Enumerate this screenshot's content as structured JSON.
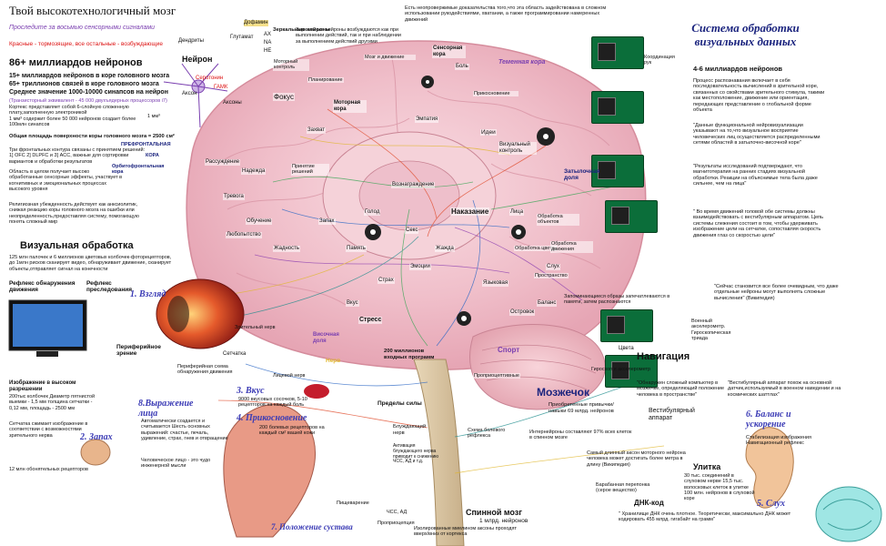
{
  "header": {
    "title": "Твой высокотехнологичный мозг",
    "subtitle": "Проследите за восьмью сенсорными сигналами",
    "legend": "Красные - тормозящие, все остальные - возбуждающие"
  },
  "stats": {
    "neurons": "86+ миллиардов нейронов",
    "cortex_neurons": "15+ миллиардов нейронов в коре головного мозга",
    "synapses": "65+ триллионов связей в коре головного мозга",
    "avg_synapses": "Среднее значение 1000-10000 синапсов на нейрон",
    "transistors": "(Транзисторный эквивалент - 45 000 двухъядерных процессоров i7)",
    "cortex_desc": "Кортекс представляет собой 6-слойную сложенную плату,заполненную электроникой",
    "mm_desc": "1 мм³ содержит более 50 000 нейронов создает более 100млн синапсов",
    "mm_label": "1 мм³",
    "area": "Общая площадь поверхности коры головного мозга = 2500 см²",
    "prefrontal_label": "ПРЕФРОНТАЛЬНАЯ",
    "cortex_label": "КОРА",
    "frontal_loops": "Три фронтальных контура связаны с принятием решений: 1] OFC 2] DLPFC и 3] ACC, важные для сортировки вариантов и обработки результатов",
    "orbitofrontal_label": "Орбитофронтальная кора",
    "area_text": "Область в целом получает высоко обработанные сенсорные эффекты, участвует в когнитивных и эмоциональных процессах высокого уровня",
    "religion_text": "Религиозная убежденность действует как анксиолитик, снижая реакцию коры головного мозга на ошибки или неопределенность,предоставляя систему, помогающую понять сложный мир"
  },
  "neuron_labels": {
    "neuron": "Нейрон",
    "dendrites": "Дендриты",
    "axon": "Аксон",
    "axons": "Аксоны",
    "glutamate": "Глутамат",
    "gaba": "ГАМК",
    "dopamine": "Дофамин",
    "serotonin": "Серотонин",
    "ach": "AX",
    "na": "NA",
    "ne": "НЕ"
  },
  "visual": {
    "title": "Визуальная обработка",
    "desc": "125 млн палочек и 6 миллионов цветовых колбочек-фоторецепторов, до 1млн рисков сканирует видео, обнаруживает движение, сканирует объекты,отправляет сигнал на конечности",
    "motion_reflex": "Рефлекс обнаружения движения",
    "pursuit_reflex": "Рефлекс преследования",
    "gaze": "1. Взгляд",
    "peripheral": "Периферийное зрение",
    "retina": "Сетчатка",
    "peripheral_scheme": "Периферийная схема обнаружения движения",
    "hd_image": "Изображение в высоком разрешении",
    "hd_desc": "200тыс колбочек Диаметр пятнистой выемки - 1,5 мм толщина сетчатки - 0,12 мм, площадь - 2500 мм",
    "retina_compress": "Сетчатка сжимает изображение в соответствии с возможностями зрительного нерва",
    "smell": "2. Запах",
    "smell_receptors": "12 млн обонятельных рецепторов"
  },
  "senses": {
    "taste": "3. Вкус",
    "taste_desc": "9000 вкусовых сосочков, 5-10 рецепторов на каждый боль",
    "touch": "4. Прикосновение",
    "touch_desc": "200 болевых рецепторов на каждый см² вашей кожи",
    "face": "8.Выражение лица",
    "face_desc": "Автоматически создается и считывается Шесть основных выражений: счастье, печаль, удивление, страх, гнев и отвращение",
    "face_note": "Человеческое лицо - это чудо инженерной мысли",
    "joint": "7. Положение сустава",
    "balance": "6. Баланс и ускорение",
    "hearing": "5. Слух"
  },
  "visual_system": {
    "title": "Система обработки визуальных данных",
    "sub": "4-6 миллиардов нейронов",
    "p1": "Процесс распознавания включает в себя последовательность вычислений в зрительной коре, связанных со свойствами зрительного стимула, такими как местоположение, движение или ориентация, передающих представление о глобальной форме объекта",
    "p2": "\"Данные функциональной нейровизуализации указывают на то,что визуальное восприятие человеческих лиц осуществляется распределенными сетями областей в затылочно-височной коре\"",
    "p3": "\"Результаты исследований подтверждают, что магнитотерапия на ранних стадиях визуальной обработки. Реакции на объяснимые тела была даже сильнее, чем на лица\"",
    "p4": "\" Во время движений головой обе системы должны взаимодействовать с вестибулярным аппаратом. Цепь системы слежения состоит в том, чтобы удерживать изображение цели на сетчатке, сопоставляя скорость движения глаз со скоростью цели\"",
    "p5": "\"Сейчас становится все более очевидным, что даже отдельные нейроны могут выполнять сложные вычисления\" (Википедия)",
    "coordination": "Координация рук",
    "occipital": "Затылочная доля",
    "memory_note": "Запоминающиеся образы запечатлеваются в памяти, затем распознаются",
    "colors": "Цвета"
  },
  "navigation": {
    "title": "Навигация",
    "military": "Военный акселерометр. Гироскопическая триада",
    "gyro": "Гироскоп и акселерометр",
    "computer": "\"Обнаружен сложный компьютер в мозжечке, определяющий положение человека в пространстве\"",
    "vestibular": "Вестибулярный аппарат",
    "vestibular_note": "\"Вестибулярный аппарат похож на основной датчик,используемый в военном наведении и на космических шаттлах\"",
    "stabilization": "Стабилизация изображения Навигационный рефлекс"
  },
  "cerebellum": {
    "title": "Мозжечок",
    "desc": "Приобретенные привычки/навыки 69 млрд. нейронов",
    "interneurons": "Интернейроны составляют 97% всех клеток в спинном мозге",
    "longest": "Самый длинный аксон моторного нейрона человека может достигать более метра в длину (Википедия)",
    "pain_scheme": "Схема болевого рефлекса"
  },
  "ear": {
    "title": "Улитка",
    "desc": "30 тыс. соединений в слуховом нерве 15,5 тыс. волосковых клеток в улитке 100 млн. нейронов в слуховой коре",
    "drum": "Барабанная перепонка (серое вещество)"
  },
  "spinal": {
    "title": "Спинной мозг",
    "neurons": "1 млрд. нейронов",
    "myelin": "Изолированные миелином аксоны проходят вверх/вниз от кортекса",
    "dna_code": "ДНК-код",
    "dna_desc": "\" Хранилище ДНК очень плотное. Теоретически, максимально ДНК может кодировать 455 млрд. гигабайт на грамм\"",
    "proprio": "Проприоцепция",
    "pain_limits": "Пределы силы",
    "vagus": "Блуждающий нерв",
    "vagus_desc": "Активация блуждающего нерва приводит к снижению ЧСС, АД и т.д.",
    "organs": "Пищеварение",
    "hr": "ЧСС, АД",
    "wandering": "Блуждающий нерв"
  },
  "brain_areas": {
    "motor_cortex": "Моторная кора",
    "sensory_cortex": "Сенсорная кора",
    "parietal": "Теменная кора",
    "temporal": "Височная доля",
    "insula": "Островок",
    "focus": "Фокус",
    "capture": "Захват",
    "motor_control": "Моторный контроль",
    "planning": "Планирование",
    "mirror_neurons": "Зеркальные нейроны",
    "mirror_desc": "Зеркальные нейроны возбуждаются как при выполнении действий, так и при наблюдении за выполнением действий другими",
    "precise_movement": "Есть неопровержимые доказательства того,что эта область задействована в сложном использовании рукодействиями, хватании, а также программировании намеренных движений",
    "intentional": "Мозг и движение",
    "language": "Языковая",
    "decision": "Принятие решений",
    "empathy": "Эмпатия",
    "ideas": "Идеи",
    "visual_control": "Визуальный контроль",
    "reward": "Вознаграждение",
    "punishment": "Наказание",
    "stress": "Стресс",
    "memory": "Память",
    "smell_area": "Запах",
    "emotions": "Эмоции",
    "fear": "Страх",
    "hunger": "Голод",
    "sex": "Секс",
    "thirst": "Жажда",
    "anxiety": "Тревога",
    "learning": "Обучение",
    "greed": "Жадность",
    "curiosity": "Любопытство",
    "reasoning": "Рассуждение",
    "hope": "Надежда",
    "faces": "Лица",
    "object_processing": "Обработка объектов",
    "color_processing": "Обработка цвета",
    "motion_processing": "Обработка движения",
    "spatial": "Пространство",
    "hundred_million": "200 миллионов входных программ",
    "spinal_nerve": "Лицевой нерв",
    "optic_nerve": "Зрительный нерв",
    "nerve": "Нерв",
    "touch_area": "Прикосновение",
    "pain": "Боль",
    "balance_area": "Баланс",
    "sport": "Спорт",
    "hearing_area": "Слух",
    "sensory_proprio": "Проприоцептивные",
    "gustatory": "Вкус"
  },
  "colors": {
    "title_blue": "#1a237e",
    "sense_blue": "#3b3bb5",
    "red": "#d11111",
    "brain_pink": "#f3c6cf",
    "cerebellum_pink": "#f0b7c0",
    "purple": "#7a3fb0"
  }
}
